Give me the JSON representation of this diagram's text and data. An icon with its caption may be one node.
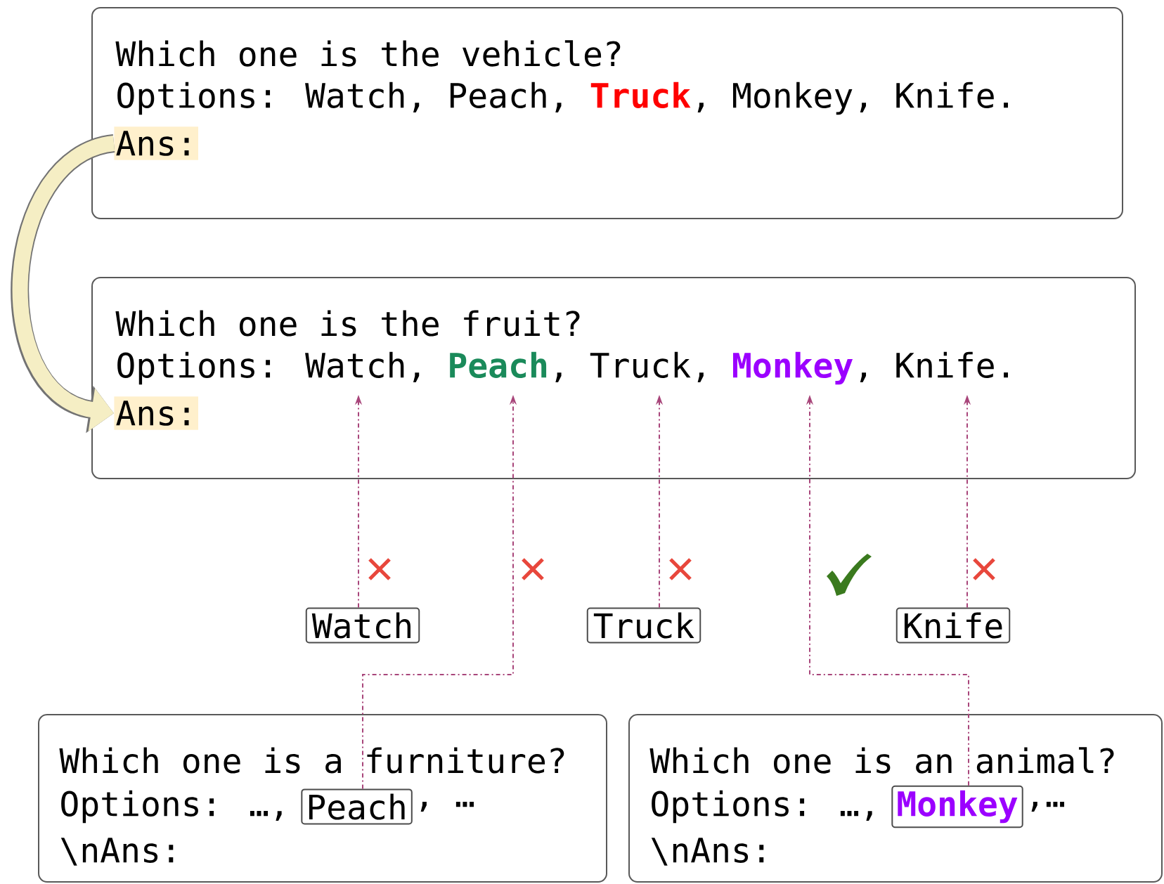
{
  "diagram": {
    "nodes": [
      {
        "text": [
          "Which one is the vehicle?",
          "Options: Watch, Peach, **Truck**, Monkey, Knife."
        ]
      },
      {
        "text": [
          "Ans:"
        ],
        "in": 0
      },
      {
        "text": [
          "Which one is the fruit?",
          "Options: Watch, **Peach**, Truck, **Monkey**, Knife."
        ]
      },
      {
        "text": [
          "Ans:"
        ],
        "in": 2
      },
      {
        "text": [
          "Watch"
        ]
      },
      {
        "text": [
          "Truck"
        ]
      },
      {
        "text": [
          "Knife"
        ]
      },
      {
        "text": [
          "Which one is a furniture?",
          "Options: …,",
          ", …",
          "\\nAns:"
        ]
      },
      {
        "text": [
          "Peach"
        ],
        "in": 7
      },
      {
        "text": [
          "Which one is an animal?",
          "Options: …,",
          ",…",
          "\\nAns:"
        ]
      },
      {
        "text": [
          "Monkey"
        ],
        "in": 9
      }
    ],
    "edges": [
      {
        "from": 1,
        "to": 3,
        "arrow": "to",
        "style": "thick",
        "color": "#f5eec4"
      },
      {
        "from": 4,
        "to": 2,
        "arrow": "to",
        "style": "dashed"
      },
      {
        "from": 8,
        "to": 2,
        "arrow": "to",
        "style": "dashed"
      },
      {
        "from": 5,
        "to": 2,
        "arrow": "to",
        "style": "dashed"
      },
      {
        "from": 10,
        "to": 2,
        "arrow": "to",
        "style": "dashed"
      },
      {
        "from": 6,
        "to": 2,
        "arrow": "to",
        "style": "dashed"
      }
    ]
  }
}
